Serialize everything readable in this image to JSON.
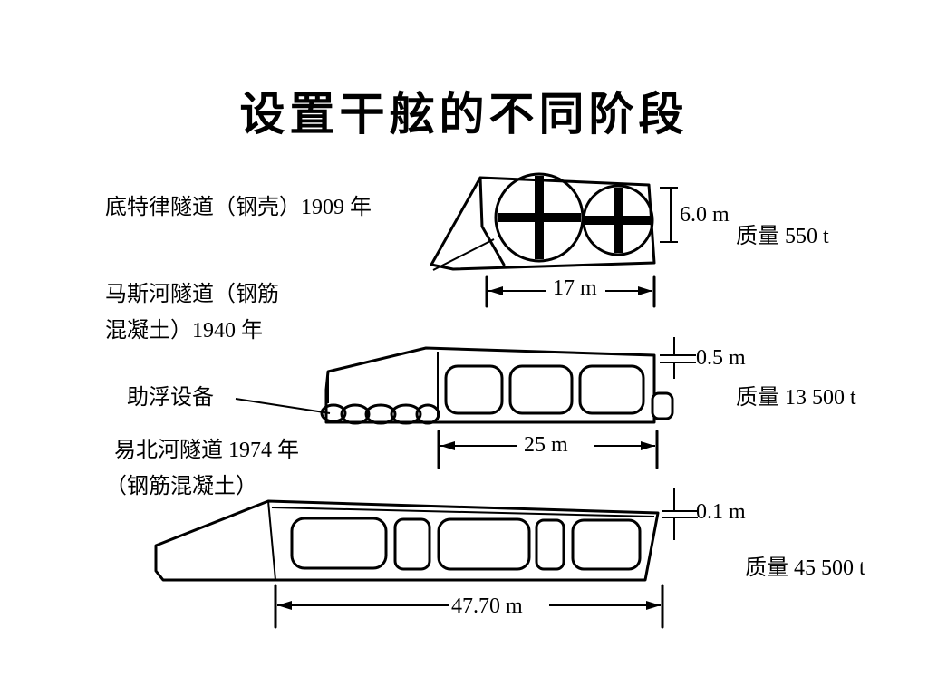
{
  "title": "设置干舷的不同阶段",
  "stages": [
    {
      "name_line1": "底特律隧道（钢壳）1909 年",
      "height_label": "6.0 m",
      "width_label": "17 m",
      "mass_label": "质量 550 t"
    },
    {
      "name_line1": "马斯河隧道（钢筋",
      "name_line2": "混凝土）1940 年",
      "float_aid_label": "助浮设备",
      "freeboard_label": "0.5 m",
      "width_label": "25 m",
      "mass_label": "质量 13 500 t"
    },
    {
      "name_line1": "易北河隧道 1974 年",
      "name_line2": "（钢筋混凝土）",
      "freeboard_label": "0.1 m",
      "width_label": "47.70 m",
      "mass_label": "质量 45 500 t"
    }
  ]
}
